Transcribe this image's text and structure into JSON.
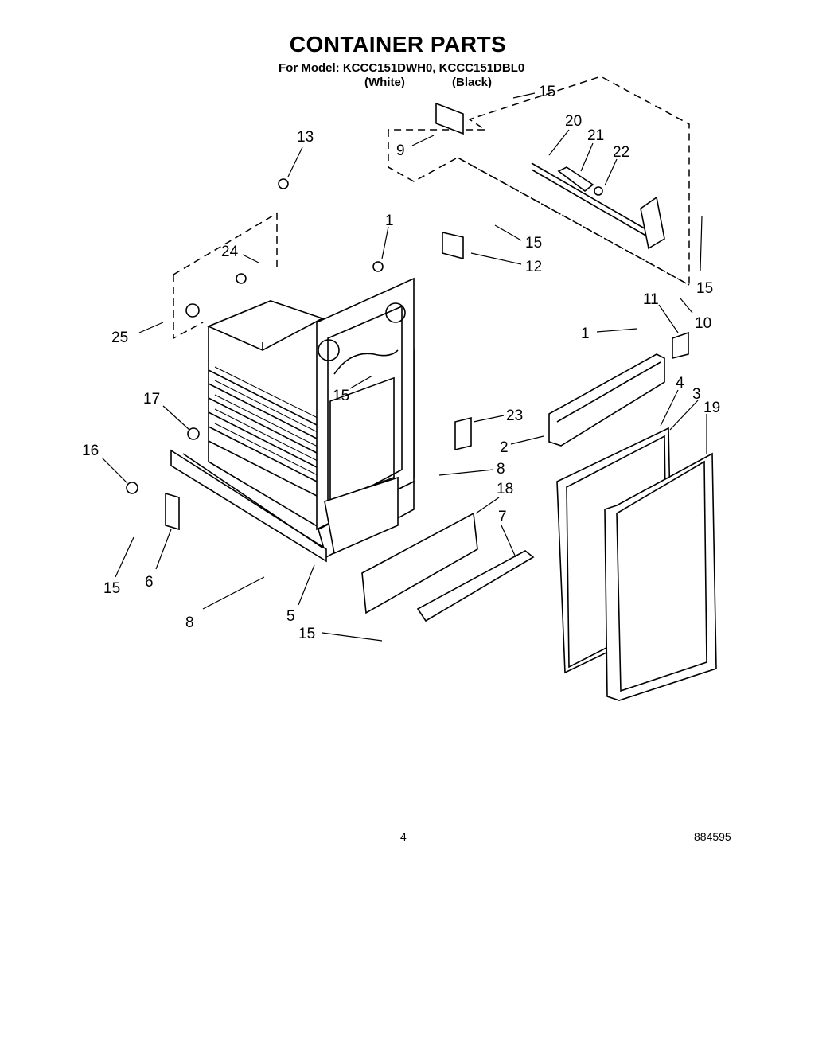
{
  "header": {
    "title": "CONTAINER PARTS",
    "model_line": "For Model: KCCC151DWH0, KCCC151DBL0",
    "variant_white": "(White)",
    "variant_black": "(Black)"
  },
  "callouts": {
    "c15_top": "15",
    "c9": "9",
    "c20": "20",
    "c21": "21",
    "c22": "22",
    "c13": "13",
    "c1_top": "1",
    "c15_mid": "15",
    "c12": "12",
    "c24": "24",
    "c25": "25",
    "c15_right": "15",
    "c11": "11",
    "c10": "10",
    "c1_right": "1",
    "c15_center": "15",
    "c17": "17",
    "c23": "23",
    "c4": "4",
    "c3": "3",
    "c19": "19",
    "c2": "2",
    "c16": "16",
    "c8_right": "8",
    "c18": "18",
    "c7": "7",
    "c15_left": "15",
    "c6": "6",
    "c8_left": "8",
    "c5": "5",
    "c15_bottom": "15"
  },
  "footer": {
    "page_number": "4",
    "document_number": "884595"
  }
}
